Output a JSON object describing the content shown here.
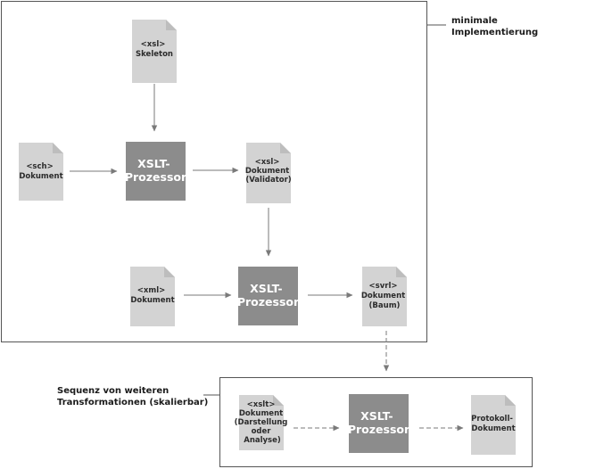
{
  "labels": {
    "minimal": [
      "minimale",
      "Implementierung"
    ],
    "sequence": [
      "Sequenz von weiteren",
      "Transformationen (skalierbar)"
    ]
  },
  "documents": {
    "skeleton": [
      "<xsl>",
      "Skeleton"
    ],
    "sch": [
      "<sch>",
      "Dokument"
    ],
    "validator": [
      "<xsl>",
      "Dokument",
      "(Validator)"
    ],
    "xml": [
      "<xml>",
      "Dokument"
    ],
    "svrl": [
      "<svrl>",
      "Dokument",
      "(Baum)"
    ],
    "xsl_view": [
      "<xslt>",
      "Dokument",
      "(Darstellung",
      "oder",
      "Analyse)"
    ],
    "protokoll": [
      "Protokoll-",
      "Dokument"
    ]
  },
  "processors": {
    "p1": [
      "XSLT-",
      "Prozessor"
    ],
    "p2": [
      "XSLT-",
      "Prozessor"
    ],
    "p3": [
      "XSLT-",
      "Prozessor"
    ]
  },
  "colors": {
    "document": "#d3d3d3",
    "document_fold": "#bdbdbd",
    "processor": "#8c8c8c",
    "arrow": "#7a7a7a",
    "frame": "#555555"
  }
}
